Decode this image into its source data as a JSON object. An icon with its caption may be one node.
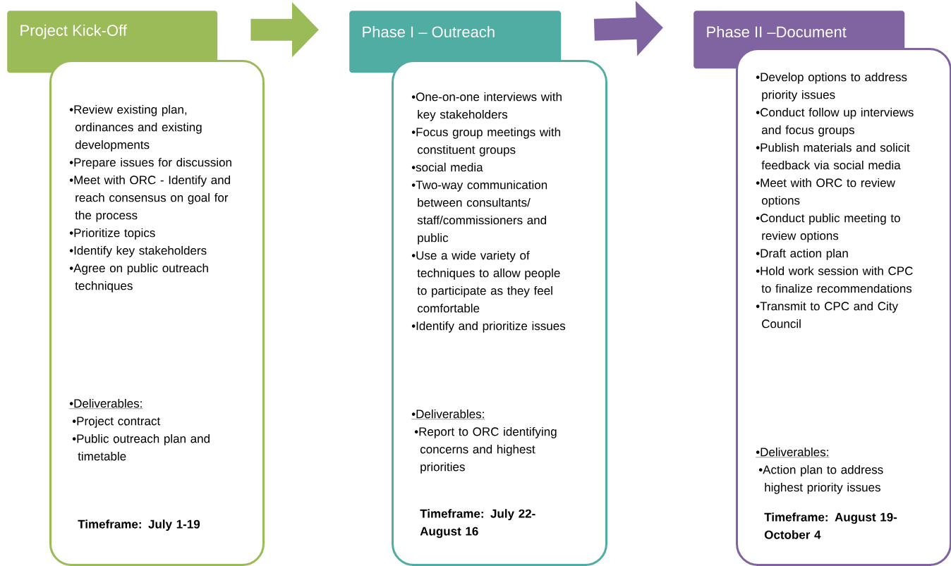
{
  "diagram": {
    "nodes": [
      {
        "text": [
          "Project Kick-Off"
        ]
      },
      {
        "text": [
          "•Review existing plan, ordinances and existing developments",
          "•Prepare issues for discussion",
          "•Meet with ORC - Identify and reach consensus on goal for the process",
          "•Prioritize topics",
          "•Identify key stakeholders",
          "•Agree on public outreach techniques",
          "•Deliverables:",
          "•Project contract",
          "•Public outreach plan and timetable",
          "Timeframe:  July 1-19"
        ]
      },
      {
        "text": [
          "Phase I – Outreach"
        ]
      },
      {
        "text": [
          "•One-on-one interviews with key stakeholders",
          "•Focus group meetings with constituent groups",
          "•social media",
          "•Two-way communication between consultants/ staff/commissioners and public",
          "•Use a wide variety of techniques to allow people to participate as they feel comfortable",
          "•Identify and prioritize issues",
          "•Deliverables:",
          "•Report to ORC identifying concerns and highest priorities",
          "Timeframe:  July 22- August 16"
        ]
      },
      {
        "text": [
          "Phase II –Document"
        ]
      },
      {
        "text": [
          "•Develop options to address priority issues",
          "•Conduct follow up interviews and focus groups",
          "•Publish materials and solicit feedback via social media",
          "•Meet with ORC to review options",
          "•Conduct public meeting to review options",
          "•Draft action plan",
          "•Hold work session with CPC to finalize recommendations",
          "•Transmit to CPC and City Council",
          "•Deliverables:",
          "•Action plan to address highest priority issues",
          "Timeframe:  August 19- October 4"
        ]
      }
    ],
    "edges": [
      {
        "from": 0,
        "to": 2,
        "arrow": "to"
      },
      {
        "from": 2,
        "to": 4,
        "arrow": "to"
      }
    ]
  }
}
